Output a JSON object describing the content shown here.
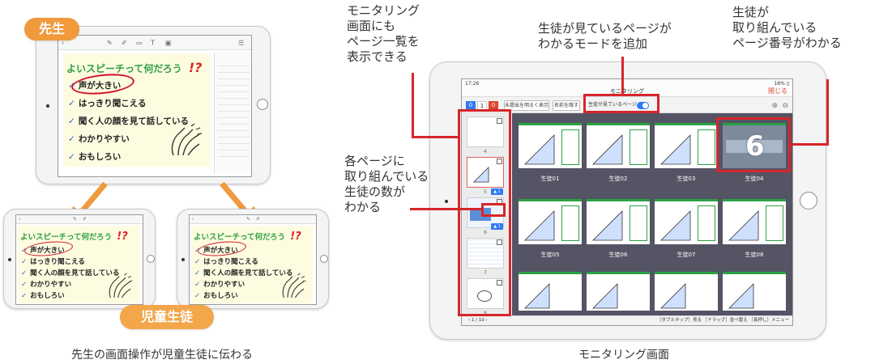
{
  "left": {
    "teacher_label": "先生",
    "student_label": "児童生徒",
    "caption": "先生の画面操作が児童生徒に伝わる",
    "slide": {
      "title": "よいスピーチって何だろう",
      "mark": "!?",
      "items": [
        "声が大きい",
        "はっきり聞こえる",
        "聞く人の顔を見て話している",
        "わかりやすい",
        "おもしろい"
      ]
    },
    "colors": {
      "teacher_pill": "#f09a3c",
      "student_pill": "#f3a64a",
      "arrow": "#ef9a3d",
      "slide_bg": "#fdfce0",
      "title_green": "#2ea043"
    }
  },
  "right": {
    "caption": "モニタリング画面",
    "callouts": {
      "page_list": [
        "モニタリング",
        "画面にも",
        "ページ一覧を",
        "表示できる"
      ],
      "mode": [
        "生徒が見ているページが",
        "わかるモードを追加"
      ],
      "page_number": [
        "生徒が",
        "取り組んでいる",
        "ページ番号がわかる"
      ],
      "student_count": [
        "各ページに",
        "取り組んでいる",
        "生徒の数が",
        "わかる"
      ]
    },
    "monitor": {
      "time": "17:26",
      "battery": "16% ▯",
      "title": "モニタリング",
      "close": "閉じる",
      "counts": [
        "0",
        "1",
        "0"
      ],
      "buttons": {
        "unsubmitted": "未提出を明るく表示",
        "hide_names": "名前を隠す",
        "viewing_mode": "生徒が見ているページ"
      },
      "pages": [
        "4",
        "5",
        "6",
        "7",
        "8"
      ],
      "badge": "▲ 1",
      "page_number_display": "6",
      "students": [
        "生徒01",
        "生徒02",
        "生徒03",
        "生徒04",
        "生徒05",
        "生徒06",
        "生徒07",
        "生徒08"
      ],
      "footer_left": "‹ 1 / 10 ›",
      "footer_right": "［ダブルタップ］見る ［ドラッグ］並べ替え ［長押し］メニュー"
    },
    "colors": {
      "highlight_red": "#d7262b",
      "grid_bg": "#545464",
      "toggle_blue": "#2f7bf6",
      "thumb_green": "#2aa144"
    }
  }
}
